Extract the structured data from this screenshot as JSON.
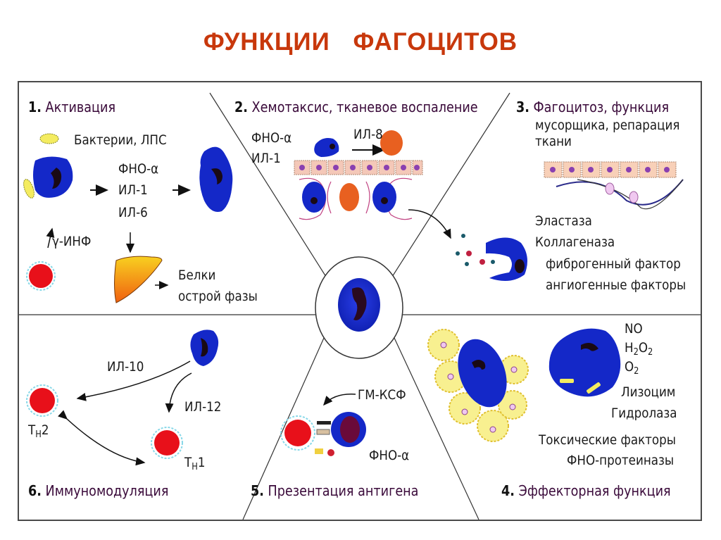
{
  "title": "ФУНКЦИИ   ФАГОЦИТОВ",
  "colors": {
    "title": "#c8380c",
    "cell_blue": "#1428c8",
    "t_cell_red": "#e8101a",
    "heading_text": "#3a0a3a",
    "frame": "#4a4a4a"
  },
  "sections": [
    {
      "num": "1.",
      "heading": "Активация",
      "labels": {
        "stimulus": "Бактерии, ЛПС",
        "cytokine_1": "ФНО-α",
        "cytokine_2": "ИЛ-1",
        "cytokine_3": "ИЛ-6",
        "gamma": "γ-ИНФ",
        "proteins_1": "Белки",
        "proteins_2": "острой фазы"
      }
    },
    {
      "num": "2.",
      "heading": "Хемотаксис, тканевое воспаление",
      "labels": {
        "cytokine_1": "ФНО-α",
        "cytokine_2": "ИЛ-1",
        "il8": "ИЛ-8"
      }
    },
    {
      "num": "3.",
      "heading": "Фагоцитоз, функция",
      "heading_cont_1": "мусорщика, репарация",
      "heading_cont_2": "ткани",
      "labels": {
        "item_1": "Эластаза",
        "item_2": "Коллагеназа",
        "item_3": "фиброгенный фактор",
        "item_4": "ангиогенные факторы"
      }
    },
    {
      "num": "4.",
      "heading": "Эффекторная функция",
      "labels": {
        "item_1": "NO",
        "item_2_base": "H",
        "item_2_sub1": "2",
        "item_2_mid": "O",
        "item_2_sub2": "2",
        "item_3_base": "O",
        "item_3_sub": "2",
        "item_4": "Лизоцим",
        "item_5": "Гидролаза",
        "item_6": "Токсические факторы",
        "item_7": "ФНО-протеиназы"
      }
    },
    {
      "num": "5.",
      "heading": "Презентация антигена",
      "labels": {
        "gmcsf": "ГМ-КСФ",
        "tnf": "ФНО-α"
      }
    },
    {
      "num": "6.",
      "heading": "Иммуномодуляция",
      "labels": {
        "il10": "ИЛ-10",
        "il12": "ИЛ-12",
        "th2_base": "T",
        "th2_sub": "H",
        "th2_num": "2",
        "th1_base": "T",
        "th1_sub": "H",
        "th1_num": "1"
      }
    }
  ]
}
